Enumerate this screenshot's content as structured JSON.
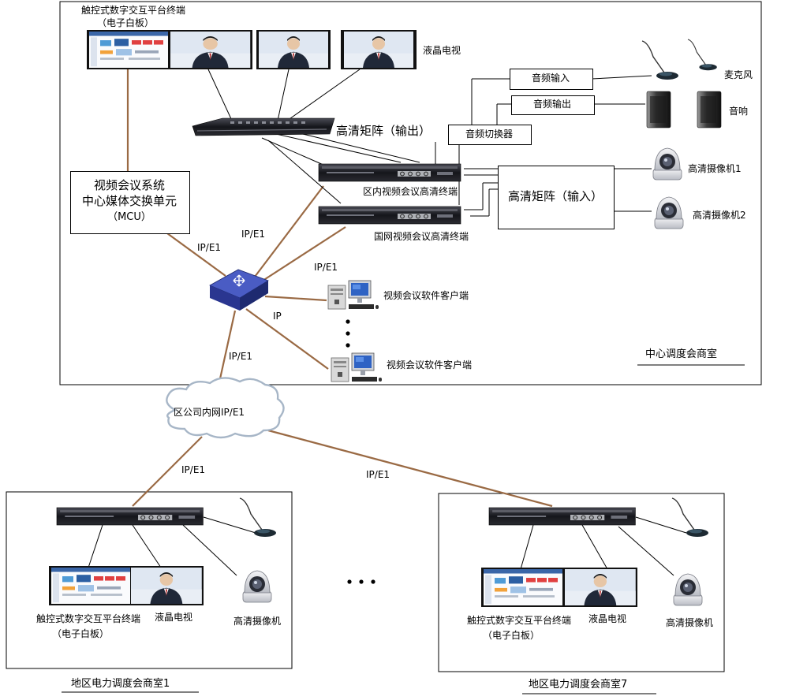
{
  "center_room": {
    "title": "中心调度会商室",
    "whiteboard_label": "触控式数字交互平台终端",
    "whiteboard_sub": "（电子白板）",
    "lcd_label": "液晶电视",
    "matrix_out": "高清矩阵（输出）",
    "matrix_in": "高清矩阵（输入）",
    "audio_in": "音频输入",
    "audio_out": "音频输出",
    "audio_switch": "音频切换器",
    "mic": "麦克风",
    "speaker": "音响",
    "camera1": "高清摄像机1",
    "camera2": "高清摄像机2",
    "terminal_district": "区内视频会议高清终端",
    "terminal_national": "国网视频会议高清终端",
    "mcu_line1": "视频会议系统",
    "mcu_line2": "中心媒体交换单元",
    "mcu_line3": "（MCU）",
    "client1": "视频会议软件客户端",
    "client2": "视频会议软件客户端"
  },
  "links": {
    "ipe1_a": "IP/E1",
    "ipe1_b": "IP/E1",
    "ipe1_c": "IP/E1",
    "ip": "IP",
    "ipe1_d": "IP/E1",
    "ipe1_e": "IP/E1",
    "ipe1_f": "IP/E1"
  },
  "cloud_label": "区公司内网IP/E1",
  "regional_rooms": [
    {
      "title": "地区电力调度会商室1",
      "whiteboard_label": "触控式数字交互平台终端",
      "whiteboard_sub": "（电子白板）",
      "lcd_label": "液晶电视",
      "camera_label": "高清摄像机"
    },
    {
      "title": "地区电力调度会商室7",
      "whiteboard_label": "触控式数字交互平台终端",
      "whiteboard_sub": "（电子白板）",
      "lcd_label": "液晶电视",
      "camera_label": "高清摄像机"
    }
  ],
  "colors": {
    "link": "#9a6a44",
    "device": "#1a1a1f",
    "screen_bg": "#dfe7f2",
    "person": "#202838",
    "switch": "#2d3f9e",
    "cloud_stroke": "#a7b6c7"
  }
}
